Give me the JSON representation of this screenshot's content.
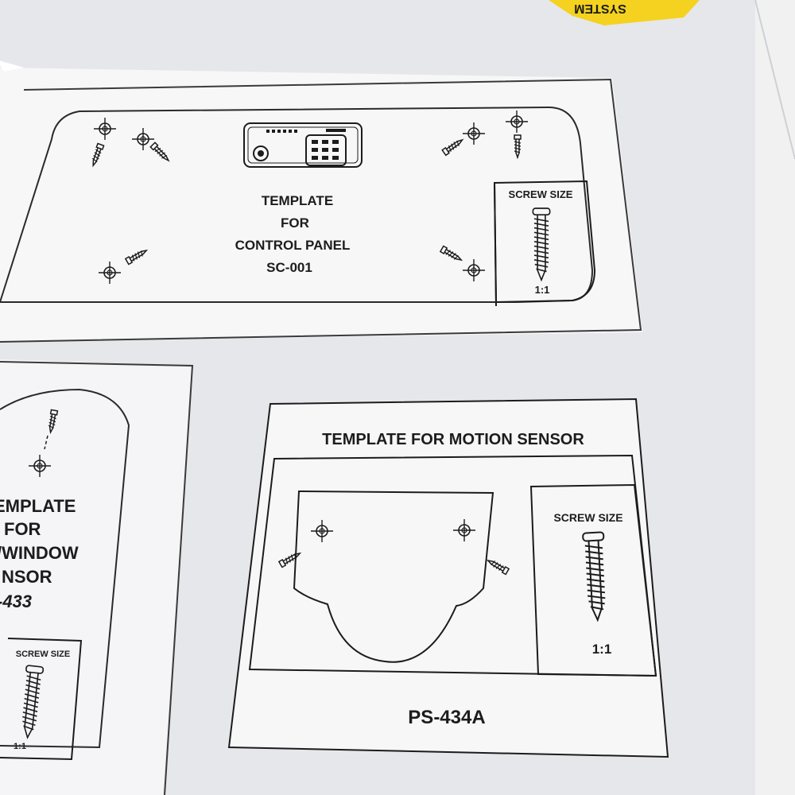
{
  "sticker": {
    "text": "SYSTEM",
    "mirrored_text": "SYSTEM",
    "color": "#f4d21f"
  },
  "control_panel_template": {
    "title_lines": [
      "TEMPLATE",
      "FOR",
      "CONTROL PANEL",
      "SC-001"
    ],
    "screw_box": {
      "title": "SCREW SIZE",
      "scale": "1:1"
    }
  },
  "door_window_template": {
    "title_lines": [
      "EMPLATE",
      "FOR",
      "/WINDOW",
      "NSOR",
      "-433"
    ],
    "screw_box": {
      "title": "SCREW SIZE",
      "scale": "1:1"
    }
  },
  "motion_sensor_template": {
    "title": "TEMPLATE FOR MOTION SENSOR",
    "screw_box": {
      "title": "SCREW SIZE",
      "scale": "1:1"
    },
    "model": "PS-434A"
  },
  "colors": {
    "paper": "#f7f7f8",
    "ink": "#1c1c1c",
    "background": "#e9eaec"
  }
}
